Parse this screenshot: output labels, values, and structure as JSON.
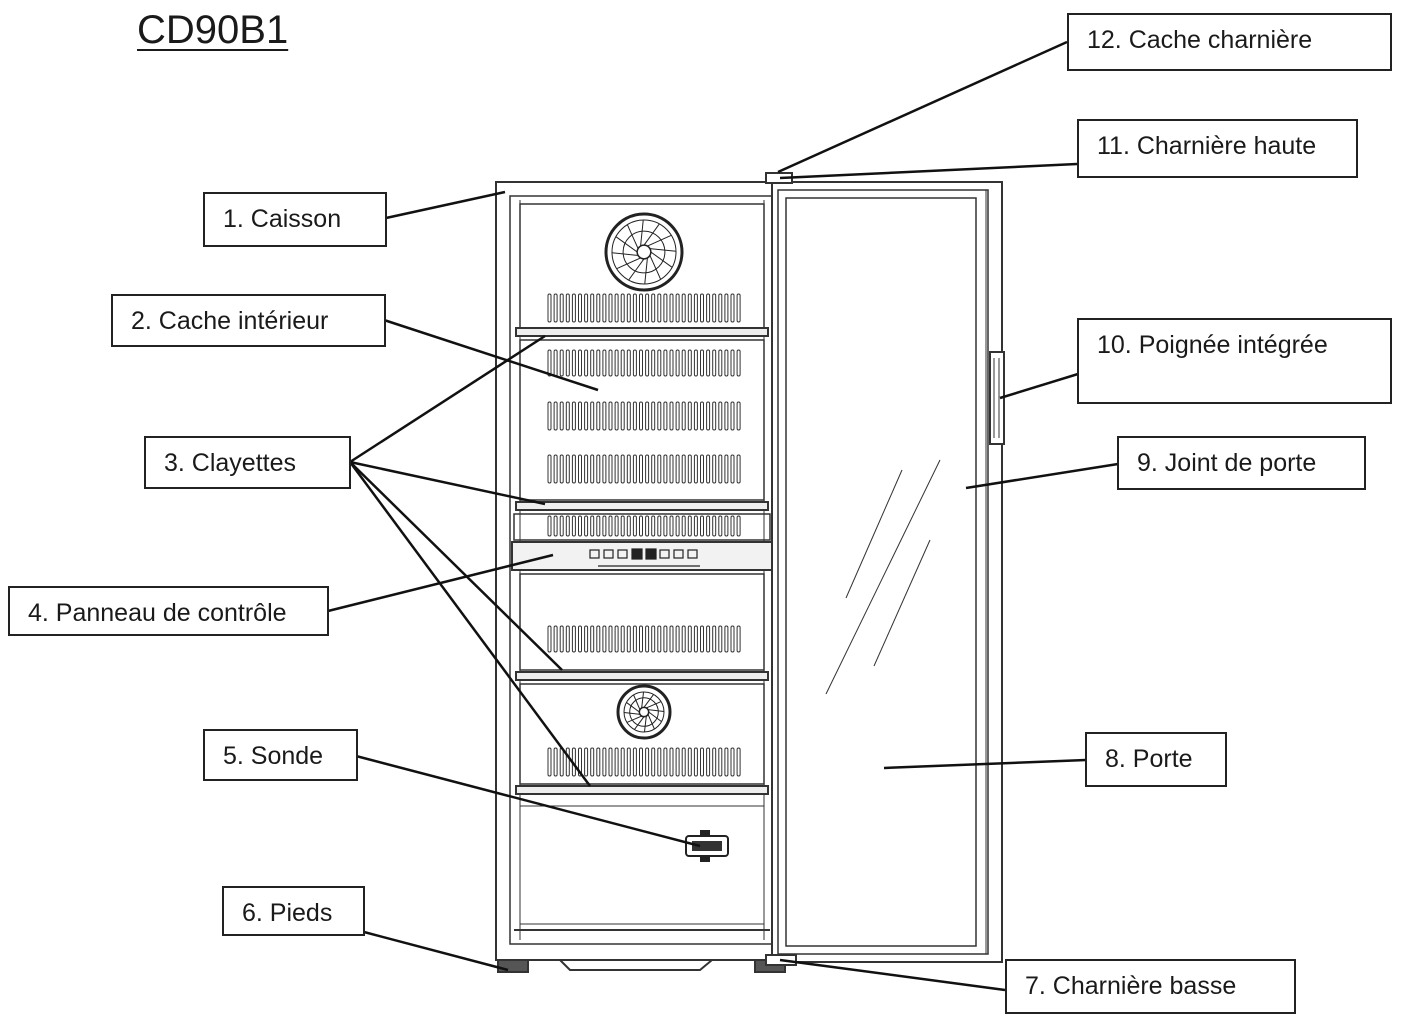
{
  "title": "CD90B1",
  "labels": [
    {
      "id": "caisson",
      "text": "1. Caisson"
    },
    {
      "id": "cache-int",
      "text": "2. Cache intérieur"
    },
    {
      "id": "clayettes",
      "text": "3. Clayettes"
    },
    {
      "id": "panneau",
      "text": "4. Panneau de contrôle"
    },
    {
      "id": "sonde",
      "text": "5. Sonde"
    },
    {
      "id": "pieds",
      "text": "6. Pieds"
    },
    {
      "id": "ch-basse",
      "text": "7. Charnière basse"
    },
    {
      "id": "porte",
      "text": "8. Porte"
    },
    {
      "id": "joint",
      "text": "9. Joint de porte"
    },
    {
      "id": "poignee",
      "text": "10. Poignée intégrée"
    },
    {
      "id": "ch-haute",
      "text": "11. Charnière haute"
    },
    {
      "id": "cache-ch",
      "text": "12. Cache charnière"
    }
  ]
}
